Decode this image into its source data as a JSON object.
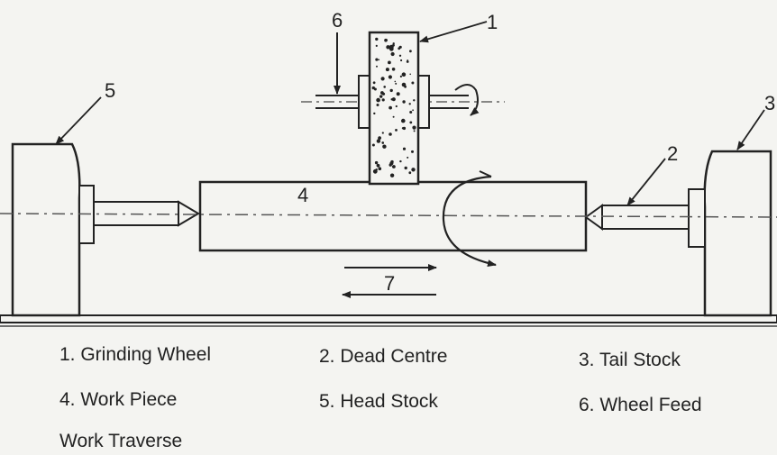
{
  "callouts": {
    "grinding_wheel": "1",
    "dead_centre": "2",
    "tail_stock": "3",
    "work_piece": "4",
    "head_stock": "5",
    "wheel_feed": "6",
    "work_traverse": "7"
  },
  "legend": [
    {
      "id": "legend-grinding-wheel",
      "text": "1. Grinding Wheel"
    },
    {
      "id": "legend-dead-centre",
      "text": "2. Dead Centre"
    },
    {
      "id": "legend-tail-stock",
      "text": "3. Tail Stock"
    },
    {
      "id": "legend-work-piece",
      "text": "4. Work Piece"
    },
    {
      "id": "legend-head-stock",
      "text": "5. Head Stock"
    },
    {
      "id": "legend-wheel-feed",
      "text": "6. Wheel Feed"
    },
    {
      "id": "legend-work-traverse",
      "text": "Work Traverse"
    }
  ]
}
